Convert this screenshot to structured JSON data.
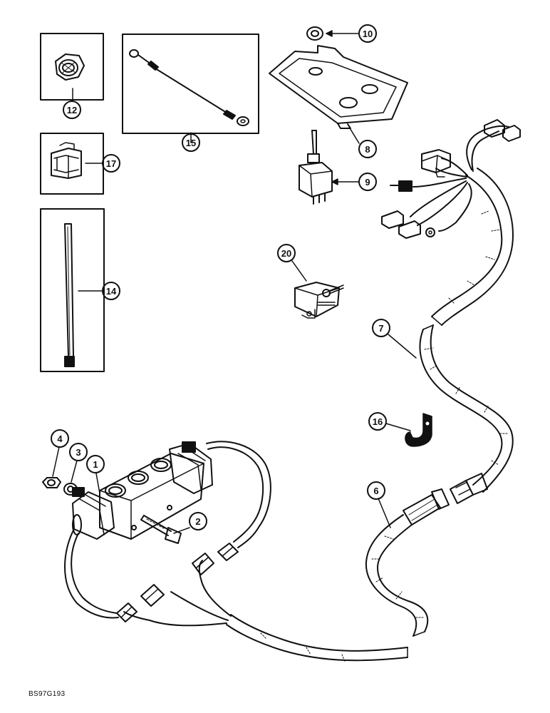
{
  "callouts": {
    "c1": "1",
    "c2": "2",
    "c3": "3",
    "c4": "4",
    "c6": "6",
    "c7": "7",
    "c8": "8",
    "c9": "9",
    "c10": "10",
    "c12": "12",
    "c14": "14",
    "c15": "15",
    "c16": "16",
    "c17": "17",
    "c20": "20"
  },
  "drawing_code": "BS97G193",
  "colors": {
    "ink": "#111111",
    "paper": "#ffffff"
  }
}
